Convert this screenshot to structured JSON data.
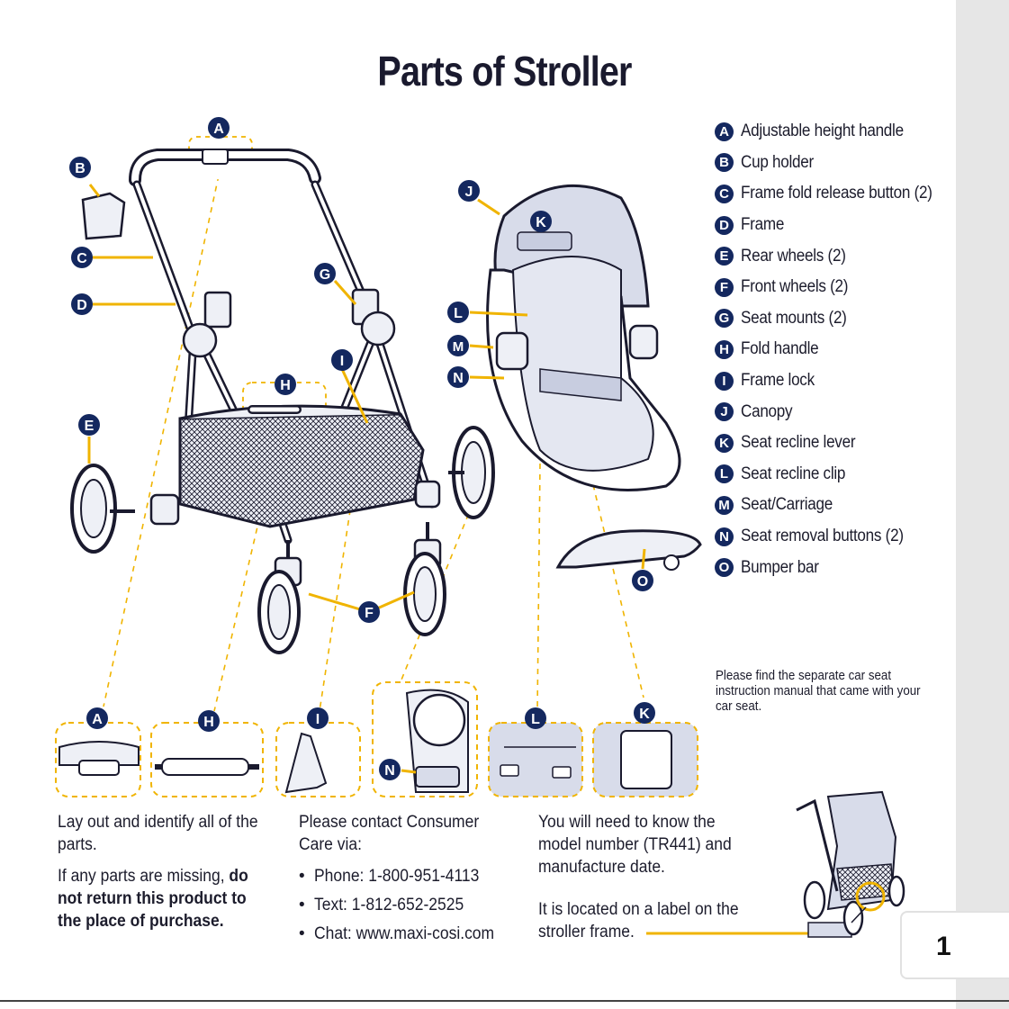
{
  "title": "Parts of Stroller",
  "parts": [
    {
      "letter": "A",
      "label": "Adjustable height handle"
    },
    {
      "letter": "B",
      "label": "Cup holder"
    },
    {
      "letter": "C",
      "label": "Frame fold release button (2)"
    },
    {
      "letter": "D",
      "label": "Frame"
    },
    {
      "letter": "E",
      "label": "Rear wheels (2)"
    },
    {
      "letter": "F",
      "label": "Front wheels (2)"
    },
    {
      "letter": "G",
      "label": "Seat mounts (2)"
    },
    {
      "letter": "H",
      "label": "Fold handle"
    },
    {
      "letter": "I",
      "label": "Frame lock"
    },
    {
      "letter": "J",
      "label": "Canopy"
    },
    {
      "letter": "K",
      "label": "Seat recline lever"
    },
    {
      "letter": "L",
      "label": "Seat recline clip"
    },
    {
      "letter": "M",
      "label": "Seat/Carriage"
    },
    {
      "letter": "N",
      "label": "Seat removal buttons (2)"
    },
    {
      "letter": "O",
      "label": "Bumper bar"
    }
  ],
  "callouts": {
    "a": "A",
    "b": "B",
    "c": "C",
    "d": "D",
    "e": "E",
    "f": "F",
    "g": "G",
    "h": "H",
    "i": "I",
    "j": "J",
    "k": "K",
    "l": "L",
    "m": "M",
    "n": "N",
    "o": "O"
  },
  "detail_labels": {
    "a": "A",
    "h": "H",
    "i": "I",
    "n": "N",
    "l": "L",
    "k": "K"
  },
  "car_seat_note": "Please find the separate car seat instruction manual that came with your car seat.",
  "column_a": {
    "p1": "Lay out and identify all of the parts.",
    "p2_prefix": "If any parts are missing, ",
    "p2_bold": "do not return this product to the place of purchase."
  },
  "column_b": {
    "intro": "Please contact Consumer Care via:",
    "contacts": [
      "Phone: 1-800-951-4113",
      "Text: 1-812-652-2525",
      "Chat: www.maxi-cosi.com"
    ]
  },
  "column_c": {
    "p1": "You will need to know the model number (TR441) and manufacture date.",
    "p2": "It is located on a label on the stroller frame."
  },
  "page_number": "1",
  "colors": {
    "navy": "#14285f",
    "callout_yellow": "#f0b400",
    "fabric": "#d8dcea",
    "outline": "#1a1a2e"
  }
}
